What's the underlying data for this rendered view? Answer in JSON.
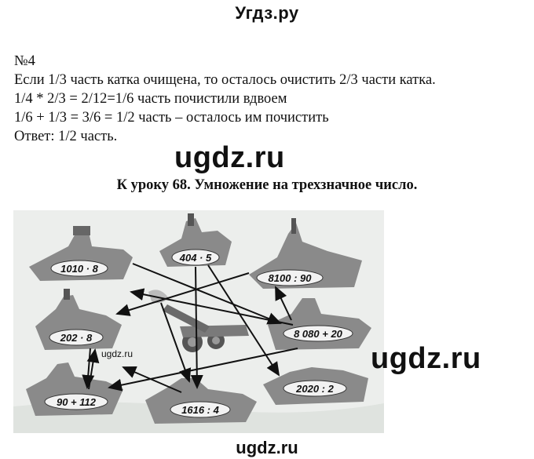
{
  "site_title": "Угдз.ру",
  "problem": {
    "number": "№4",
    "lines": [
      "Если 1/3 часть катка очищена, то осталось очистить 2/3 части катка.",
      "1/4 * 2/3 = 2/12=1/6 часть почистили вдвоем",
      "1/6 + 1/3 = 3/6 = 1/2 часть – осталось им почистить",
      "Ответ: 1/2 часть."
    ]
  },
  "watermark": "ugdz.ru",
  "heading": "К  уроку 68. Умножение на трехзначное число.",
  "figure": {
    "ships": [
      {
        "id": "a",
        "label": "1010 · 8"
      },
      {
        "id": "b",
        "label": "404 · 5"
      },
      {
        "id": "c",
        "label": "8100 : 90"
      },
      {
        "id": "d",
        "label": "202 · 8"
      },
      {
        "id": "e",
        "label": "8 080 + 20"
      },
      {
        "id": "f",
        "label": "90 + 112"
      },
      {
        "id": "g",
        "label": "1616 : 4"
      },
      {
        "id": "h",
        "label": "2020 : 2"
      }
    ],
    "watermark_small": "ugdz.ru"
  },
  "footer": "ugdz.ru"
}
